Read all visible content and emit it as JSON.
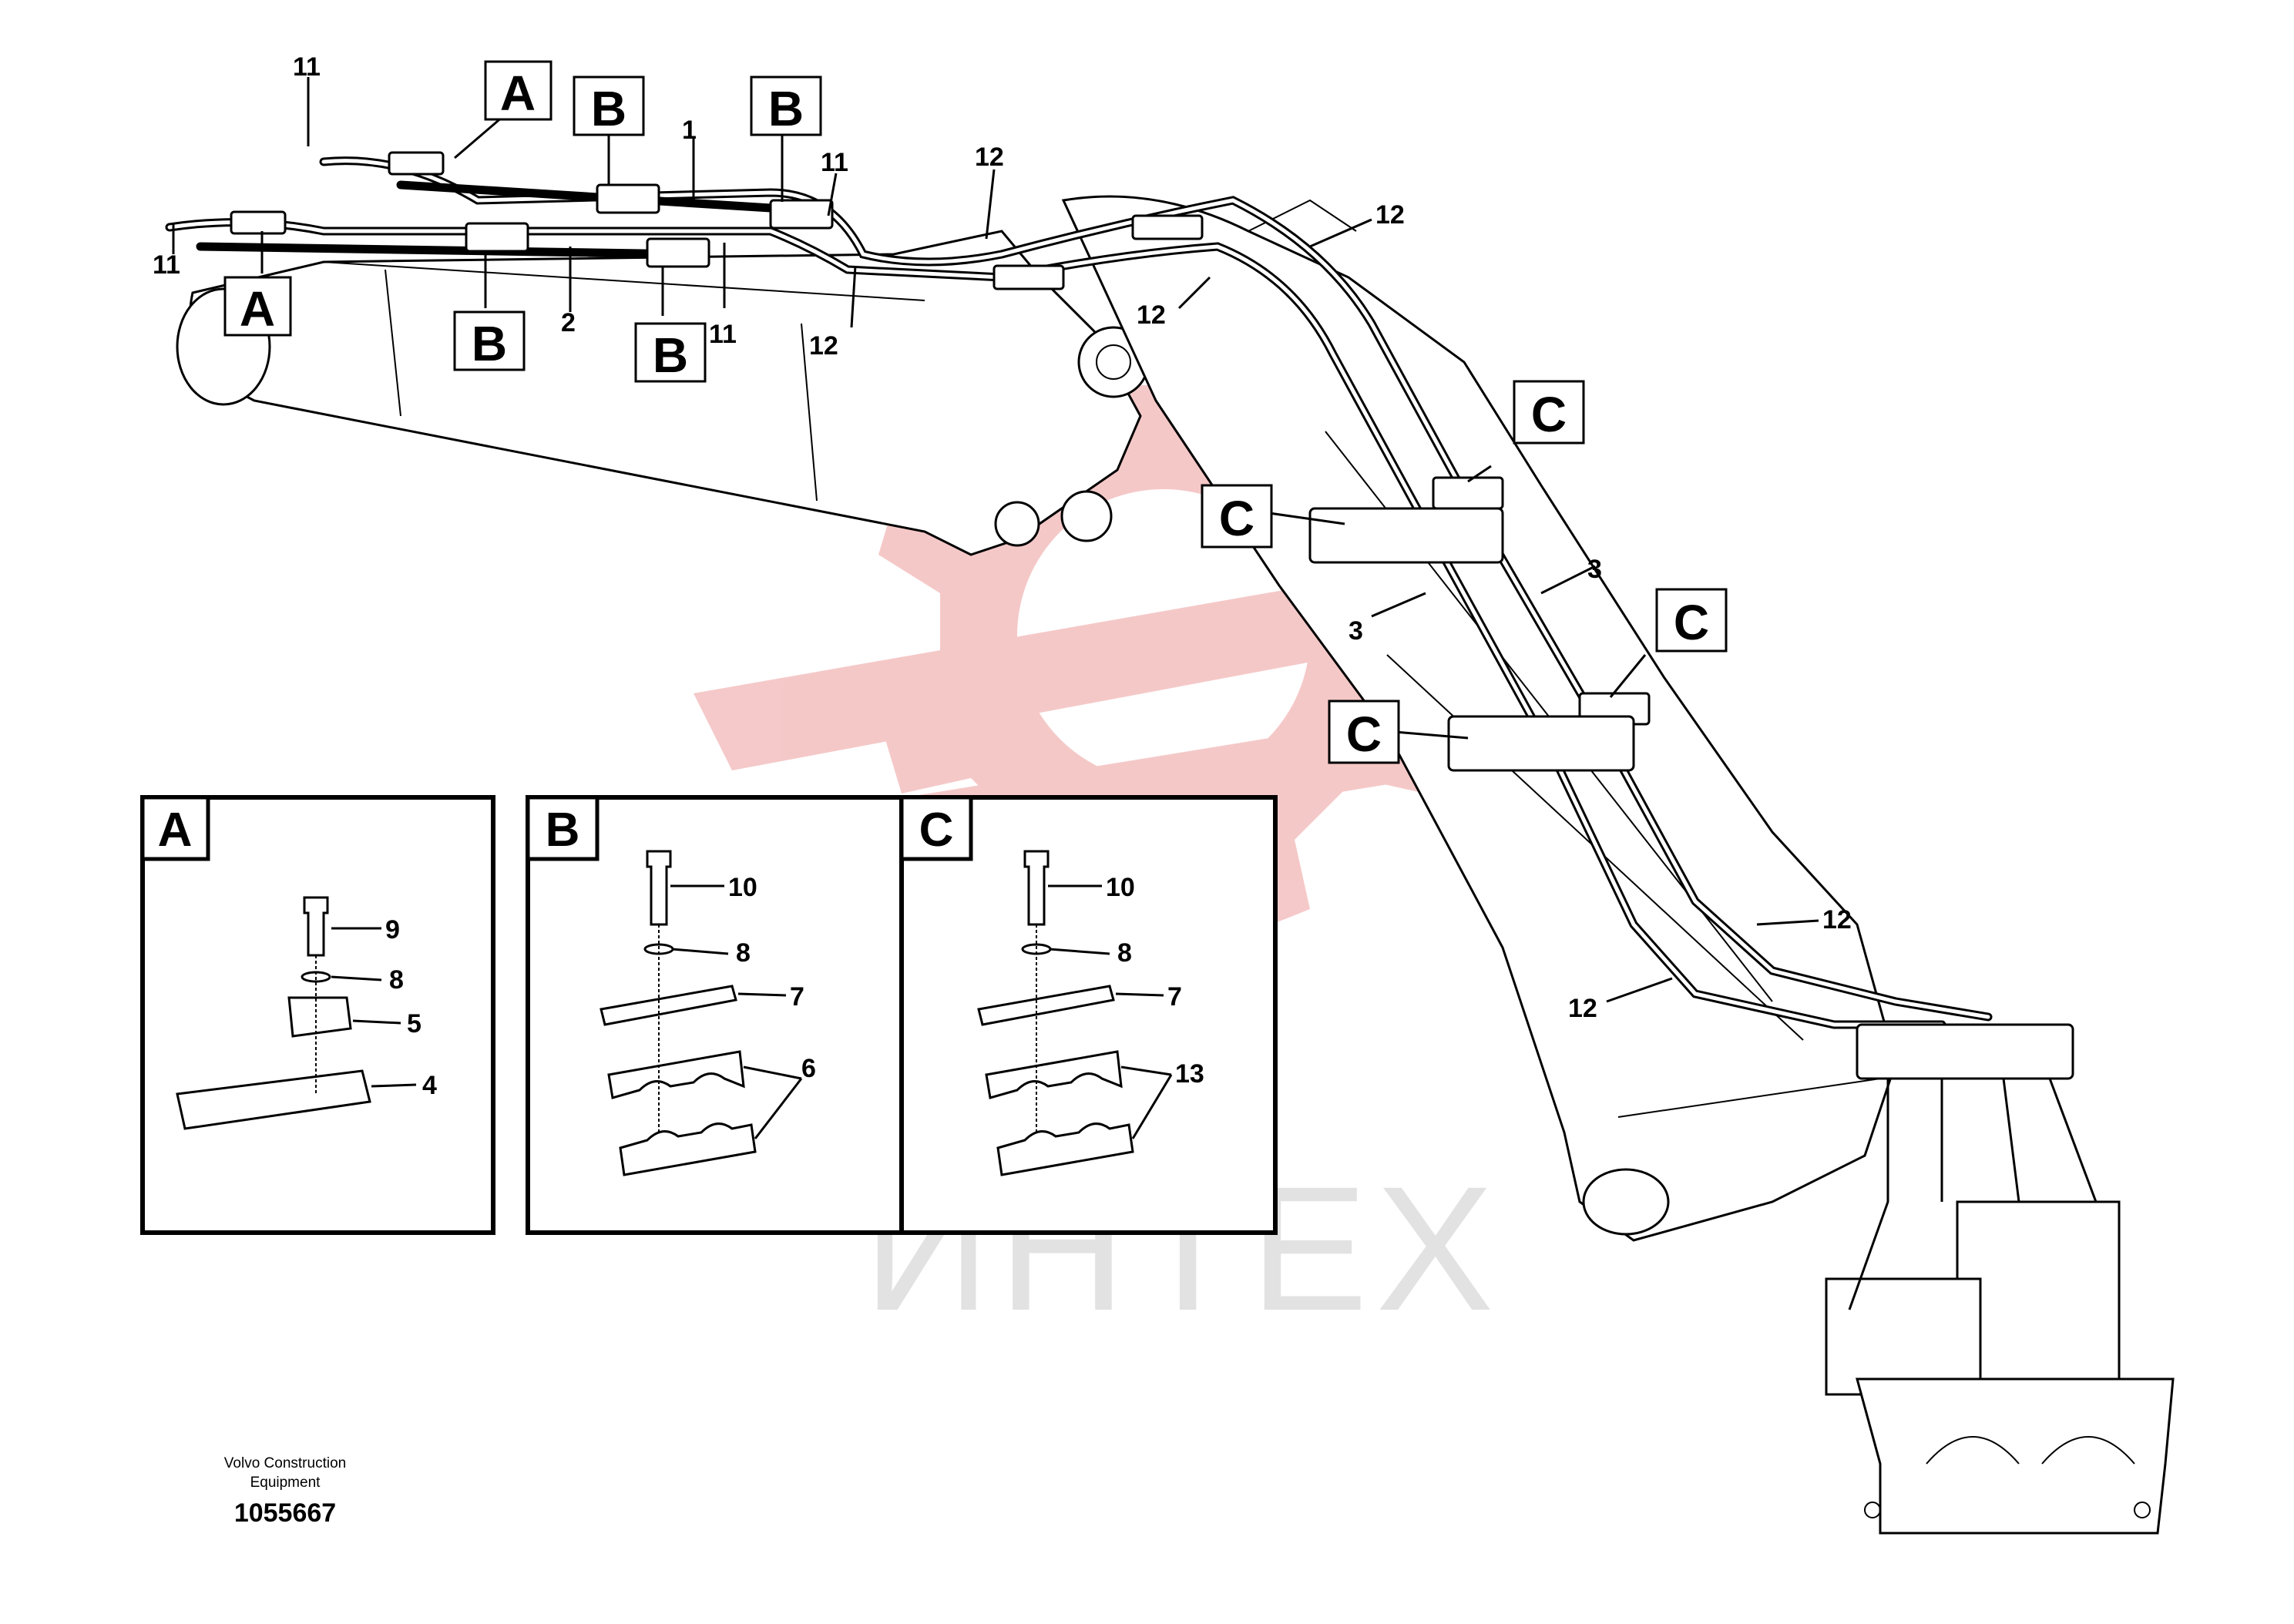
{
  "watermark": {
    "text": "ИНТЕХ",
    "logo_color": "#f4c3c3",
    "text_color": "#e2e2e2"
  },
  "clamp_labels": {
    "a": "A",
    "b": "B",
    "c": "C"
  },
  "part_numbers": {
    "p1": "1",
    "p2": "2",
    "p3": "3",
    "p4": "4",
    "p5": "5",
    "p6": "6",
    "p7": "7",
    "p8": "8",
    "p9": "9",
    "p10": "10",
    "p11": "11",
    "p12": "12",
    "p13": "13"
  },
  "insets": [
    {
      "label": "A",
      "parts": [
        "9",
        "8",
        "5",
        "4"
      ]
    },
    {
      "label": "B",
      "parts": [
        "10",
        "8",
        "7",
        "6"
      ]
    },
    {
      "label": "C",
      "parts": [
        "10",
        "8",
        "7",
        "13"
      ]
    }
  ],
  "footer": {
    "company_line1": "Volvo Construction",
    "company_line2": "Equipment",
    "drawing_number": "1055667"
  }
}
